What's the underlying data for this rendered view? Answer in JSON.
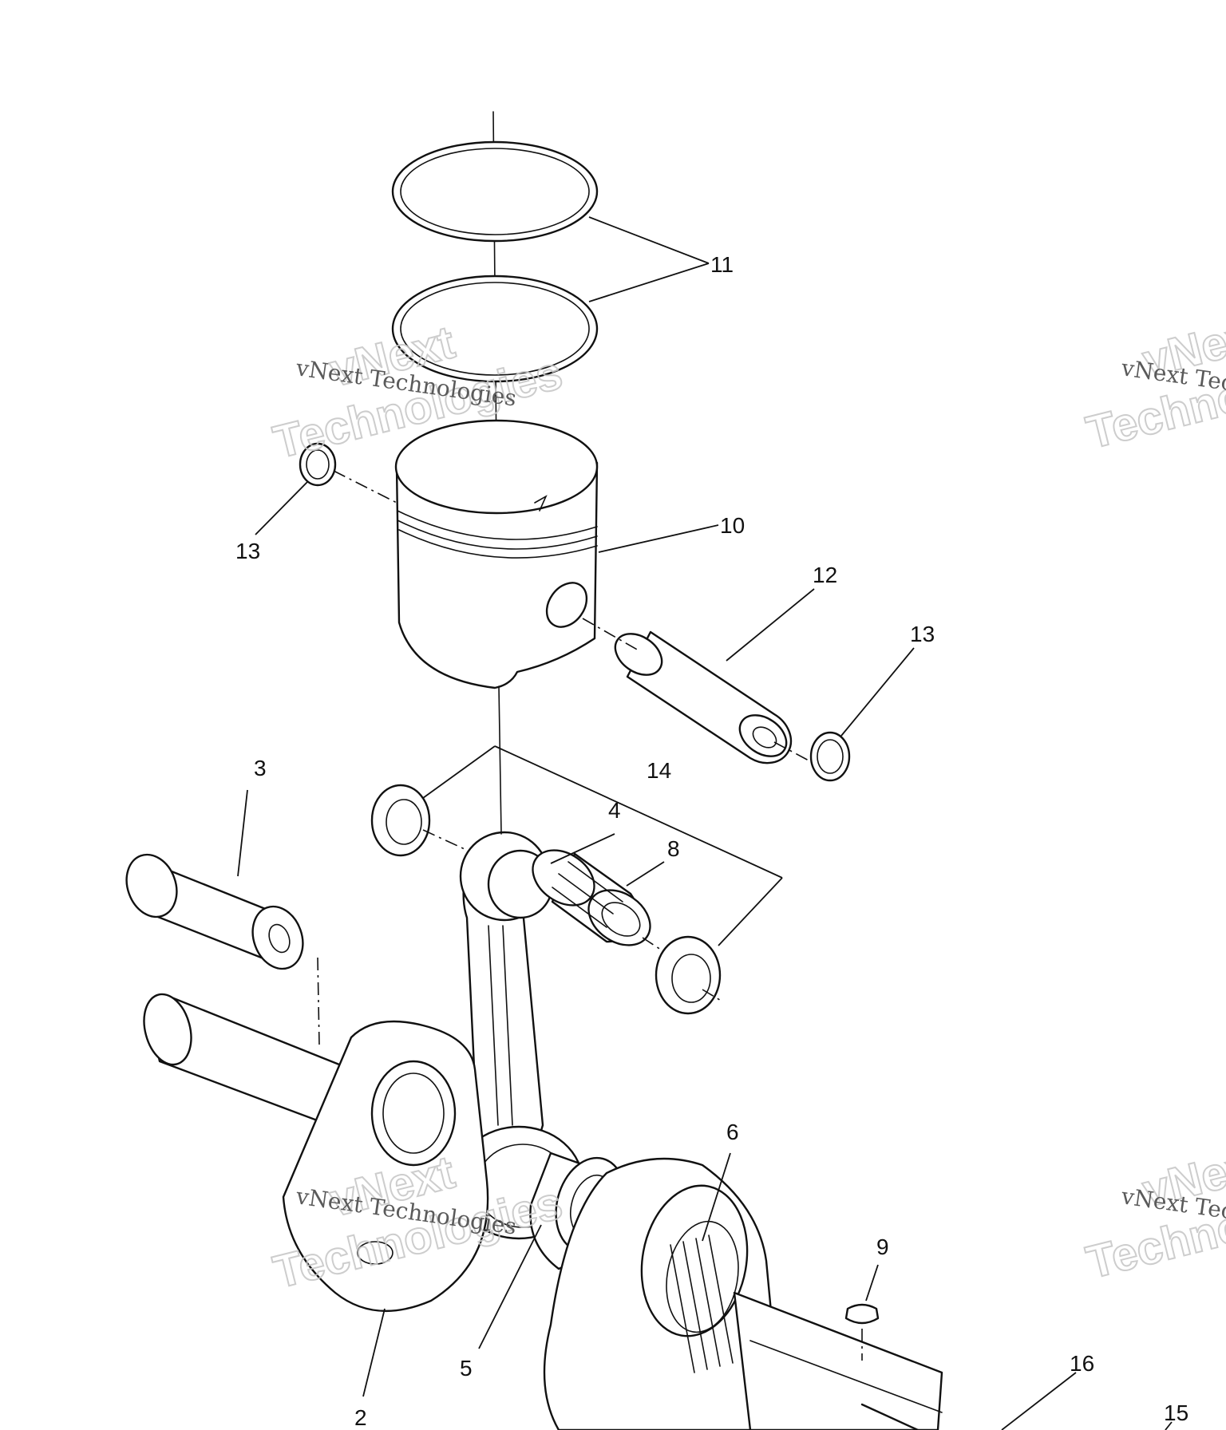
{
  "diagram": {
    "callouts": {
      "c2": "2",
      "c3": "3",
      "c4": "4",
      "c5": "5",
      "c6": "6",
      "c8": "8",
      "c9": "9",
      "c10": "10",
      "c11": "11",
      "c12": "12",
      "c13a": "13",
      "c13b": "13",
      "c14": "14",
      "c15": "15",
      "c16": "16"
    },
    "watermark": {
      "line1": "vNext",
      "line2": "Technologies",
      "caption": "vNext Technologies"
    },
    "colors": {
      "ink": "#111111",
      "background": "#ffffff",
      "watermark": "#c8c8c8"
    }
  }
}
